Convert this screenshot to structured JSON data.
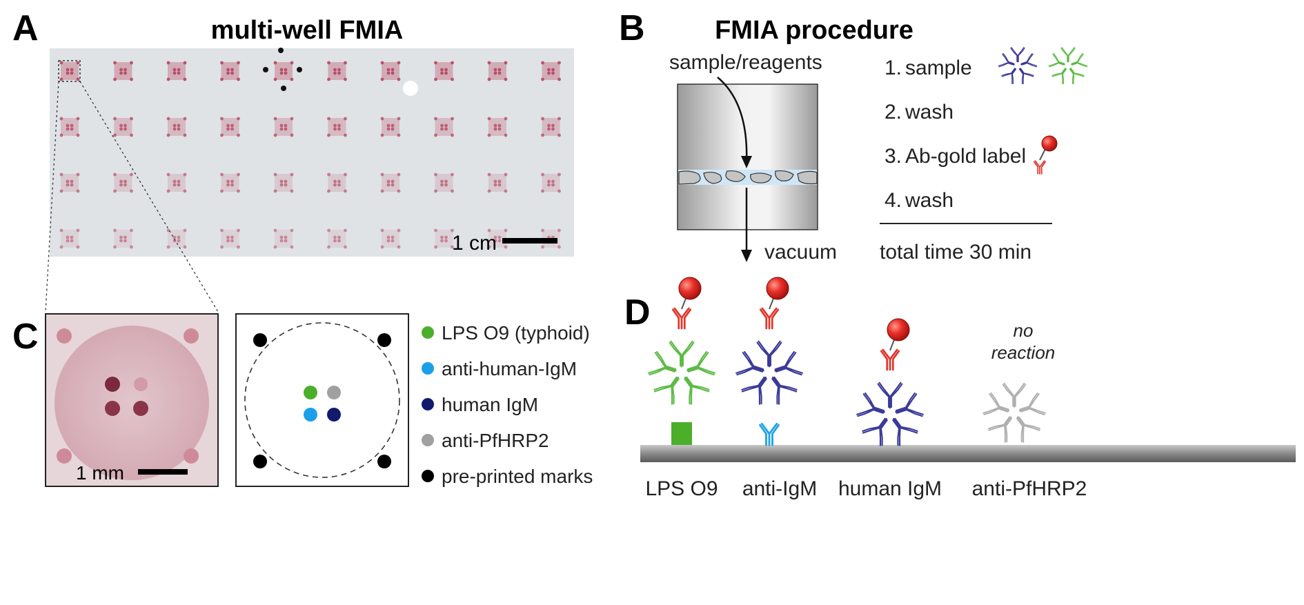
{
  "panels": {
    "a": {
      "letter": "A",
      "title": "multi-well FMIA",
      "scale_label": "1 cm",
      "grid": {
        "rows": 4,
        "cols": 10,
        "well_intensity": [
          1.0,
          0.75,
          0.5,
          0.3
        ]
      }
    },
    "b": {
      "letter": "B",
      "title": "FMIA procedure",
      "input_label": "sample/reagents",
      "output_label": "vacuum",
      "steps": [
        {
          "num": "1.",
          "text": "sample"
        },
        {
          "num": "2.",
          "text": "wash"
        },
        {
          "num": "3.",
          "text": "Ab-gold label"
        },
        {
          "num": "4.",
          "text": "wash"
        }
      ],
      "total": "total time 30 min"
    },
    "c": {
      "letter": "C",
      "scale_label": "1 mm",
      "legend": [
        {
          "label": "LPS O9 (typhoid)",
          "color": "#4caf2a"
        },
        {
          "label": "anti-human-IgM",
          "color": "#1aa0e8"
        },
        {
          "label": "human IgM",
          "color": "#121a6e"
        },
        {
          "label": "anti-PfHRP2",
          "color": "#a0a0a0"
        },
        {
          "label": "pre-printed marks",
          "color": "#000000"
        }
      ]
    },
    "d": {
      "letter": "D",
      "annotation": [
        "no",
        "reaction"
      ],
      "labels": [
        "LPS O9",
        "anti-IgM",
        "human IgM",
        "anti-PfHRP2"
      ]
    }
  },
  "colors": {
    "green": "#5dbb46",
    "navy": "#3b3a98",
    "red": "#e0362b",
    "light_blue": "#22a4e4",
    "grey": "#b0b0b0",
    "pink": "#b8455f"
  }
}
